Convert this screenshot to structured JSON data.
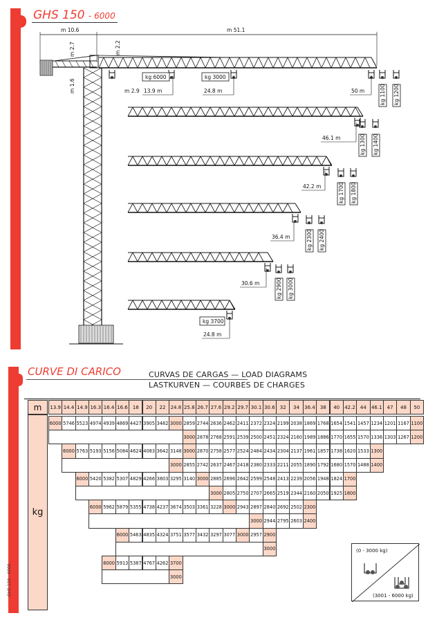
{
  "header": {
    "model": "GHS 150",
    "model_suffix": "- 6000"
  },
  "diagram": {
    "dims": {
      "counter_jib": "m 10.6",
      "jib_length": "m 51.1",
      "height_apex": "m 2.7",
      "height_jib": "m 2.2",
      "height_below": "m 1.6",
      "offset": "m 2.9",
      "r1": "13.9 m",
      "r2": "24.8 m",
      "r3": "50 m"
    },
    "main_loads": [
      "kg 6000",
      "kg 3000"
    ],
    "main_tip_loads": [
      "kg 1100",
      "kg 1200"
    ],
    "jib_variants": [
      {
        "radius": "46.1 m",
        "loads": [
          "kg 1300",
          "kg 1400"
        ]
      },
      {
        "radius": "42.2 m",
        "loads": [
          "kg 1700",
          "kg 1800"
        ]
      },
      {
        "radius": "36.4 m",
        "loads": [
          "kg 2300",
          "kg 2400"
        ]
      },
      {
        "radius": "30.6 m",
        "loads": [
          "kg 2900",
          "kg 3000"
        ]
      },
      {
        "radius": "24.8 m",
        "loads": [
          "kg 3700"
        ]
      }
    ]
  },
  "load_section": {
    "title": "CURVE DI CARICO",
    "subtitle_1": "CURVAS DE CARGAS  —  LOAD DIAGRAMS",
    "subtitle_2": "LASTKURVEN  —  COURBES DE CHARGES",
    "side_label": "GHS 150 - 6000"
  },
  "load_table": {
    "radius_label": "m",
    "load_label": "kg",
    "radii": [
      "13.9",
      "14.4",
      "14.9",
      "16.3",
      "16.4",
      "16.6",
      "18",
      "20",
      "22",
      "24.8",
      "25.8",
      "26.7",
      "27.6",
      "29.2",
      "29.7",
      "30.1",
      "30.6",
      "32",
      "34",
      "36.4",
      "38",
      "40",
      "42.2",
      "44",
      "46.1",
      "47",
      "48",
      "50"
    ],
    "rows": [
      {
        "from": "13.9",
        "values": [
          6000,
          5746,
          5523,
          4974,
          4939,
          4869,
          4427,
          3905,
          3482,
          3000,
          2859,
          2744,
          2636,
          2462,
          2411,
          2372,
          2324,
          2199,
          2038,
          1869,
          1768,
          1654,
          1541,
          1457,
          1234,
          1201,
          1167,
          1100
        ]
      },
      {
        "from": "25.8",
        "values": [
          3000,
          2878,
          2768,
          2591,
          2539,
          2500,
          2451,
          2324,
          2160,
          1989,
          1886,
          1770,
          1655,
          1570,
          1336,
          1303,
          1267,
          1200
        ]
      },
      {
        "from": "14.4",
        "values": [
          6000,
          5763,
          5193,
          5156,
          5084,
          4624,
          4083,
          3642,
          3148,
          3000,
          2870,
          2758,
          2577,
          2524,
          2484,
          2434,
          2304,
          2137,
          1961,
          1857,
          1738,
          1620,
          1533,
          1300
        ]
      },
      {
        "from": "24.8",
        "values": [
          3000,
          2855,
          2742,
          2637,
          2467,
          2418,
          2380,
          2333,
          2211,
          2055,
          1890,
          1792,
          1680,
          1570,
          1488,
          1400
        ]
      },
      {
        "from": "14.9",
        "values": [
          6000,
          5420,
          5382,
          5307,
          4829,
          4266,
          3803,
          3295,
          3140,
          3000,
          2885,
          2696,
          2642,
          2599,
          2548,
          2413,
          2239,
          2056,
          1948,
          1824,
          1700
        ]
      },
      {
        "from": "27.6",
        "values": [
          3000,
          2805,
          2750,
          2707,
          2665,
          2519,
          2344,
          2160,
          2050,
          1925,
          1800
        ]
      },
      {
        "from": "16.3",
        "values": [
          6000,
          5962,
          5879,
          5355,
          4738,
          4237,
          3674,
          3503,
          3361,
          3228,
          3000,
          2943,
          2897,
          2840,
          2692,
          2502,
          2300
        ]
      },
      {
        "from": "30.1",
        "values": [
          3000,
          2944,
          2795,
          2603,
          2400
        ]
      },
      {
        "from": "16.6",
        "values": [
          6000,
          5463,
          4835,
          4324,
          3751,
          3577,
          3432,
          3297,
          3077,
          3000,
          2957,
          2900
        ]
      },
      {
        "from": "30.6",
        "values": [
          3000
        ]
      },
      {
        "from": "16.4",
        "values": [
          6000,
          5913,
          5387,
          4767,
          4262,
          3700
        ]
      },
      {
        "from": "24.8",
        "values": [
          3000
        ]
      }
    ],
    "legend": {
      "two_fall": "(0 - 3000 kg)",
      "four_fall": "(3001 - 6000 kg)"
    }
  },
  "colors": {
    "accent": "#ee3c32",
    "highlight": "#fcd8c8"
  }
}
